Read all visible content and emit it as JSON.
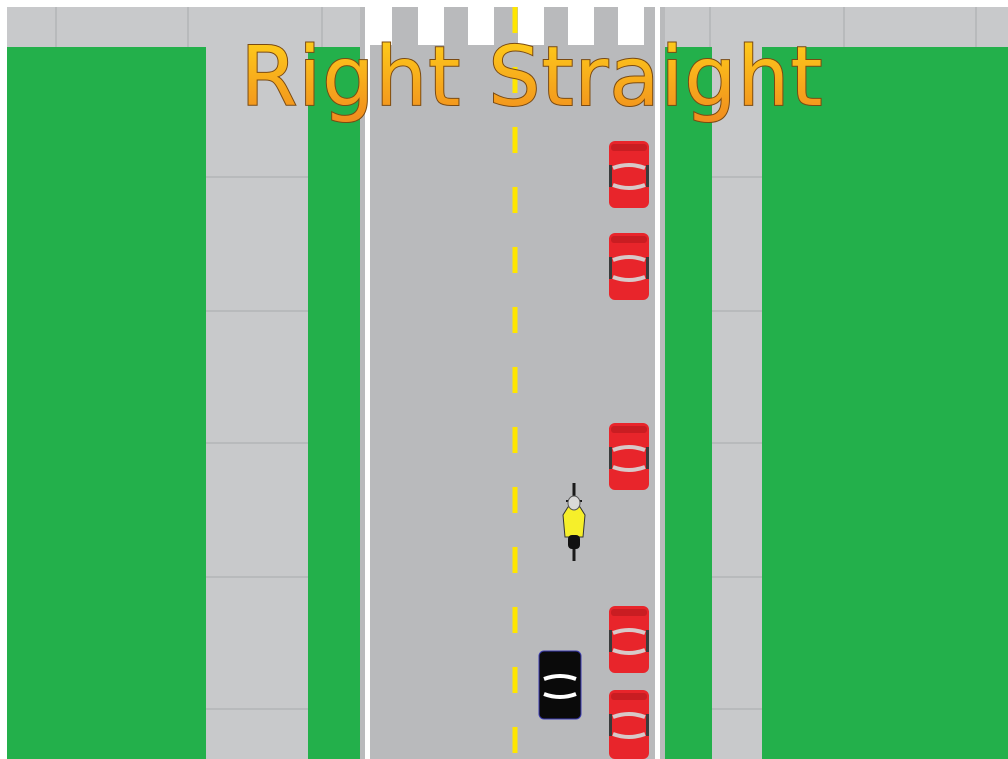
{
  "scene": {
    "title": "Right Straight",
    "colors": {
      "grass": "#23b04b",
      "sidewalk": "#c8c9cb",
      "road": "#b9babc",
      "lane_edge_line": "#ffffff",
      "center_line": "#ffe600",
      "parked_car": "#e8252b",
      "moving_car": "#0a0a0a",
      "cyclist_jersey": "#f6ef2a",
      "title_fill_top": "#ffd21a",
      "title_fill_bottom": "#f08a1e",
      "title_outline": "#7a4a12"
    },
    "icons": {
      "parked_car": "parked-car-icon",
      "moving_car": "car-icon",
      "cyclist": "bicycle-rider-icon",
      "crosswalk": "crosswalk-icon"
    },
    "parked_car_count": 5,
    "moving_car_count": 1,
    "cyclist_count": 1
  }
}
